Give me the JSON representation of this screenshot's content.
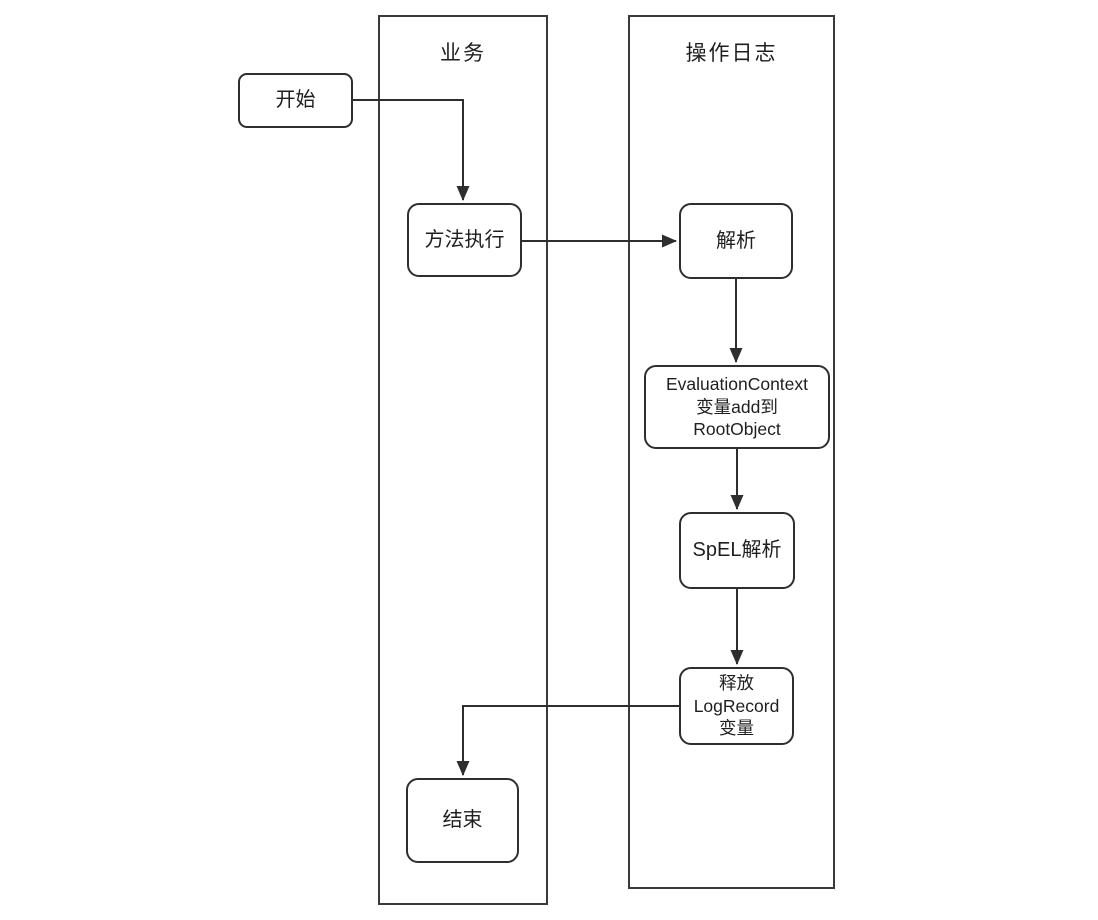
{
  "diagram": {
    "type": "flowchart-swimlane",
    "lanes": [
      {
        "id": "business",
        "title": "业务"
      },
      {
        "id": "operation-log",
        "title": "操作日志"
      }
    ],
    "nodes": [
      {
        "id": "start",
        "lane": null,
        "label": "开始"
      },
      {
        "id": "method-exec",
        "lane": "business",
        "label": "方法执行"
      },
      {
        "id": "parse",
        "lane": "operation-log",
        "label": "解析"
      },
      {
        "id": "eval-context",
        "lane": "operation-log",
        "label": "EvaluationContext\n变量add到\nRootObject"
      },
      {
        "id": "spel-parse",
        "lane": "operation-log",
        "label": "SpEL解析"
      },
      {
        "id": "release-logrecord",
        "lane": "operation-log",
        "label": "释放\nLogRecord\n变量"
      },
      {
        "id": "end",
        "lane": "business",
        "label": "结束"
      }
    ],
    "edges": [
      {
        "from": "start",
        "to": "method-exec"
      },
      {
        "from": "method-exec",
        "to": "parse"
      },
      {
        "from": "parse",
        "to": "eval-context"
      },
      {
        "from": "eval-context",
        "to": "spel-parse"
      },
      {
        "from": "spel-parse",
        "to": "release-logrecord"
      },
      {
        "from": "release-logrecord",
        "to": "end"
      }
    ]
  },
  "colors": {
    "background": "#ffffff",
    "line": "#2e2e2e",
    "node_fill": "#ffffff",
    "text": "#1f1f1f"
  }
}
